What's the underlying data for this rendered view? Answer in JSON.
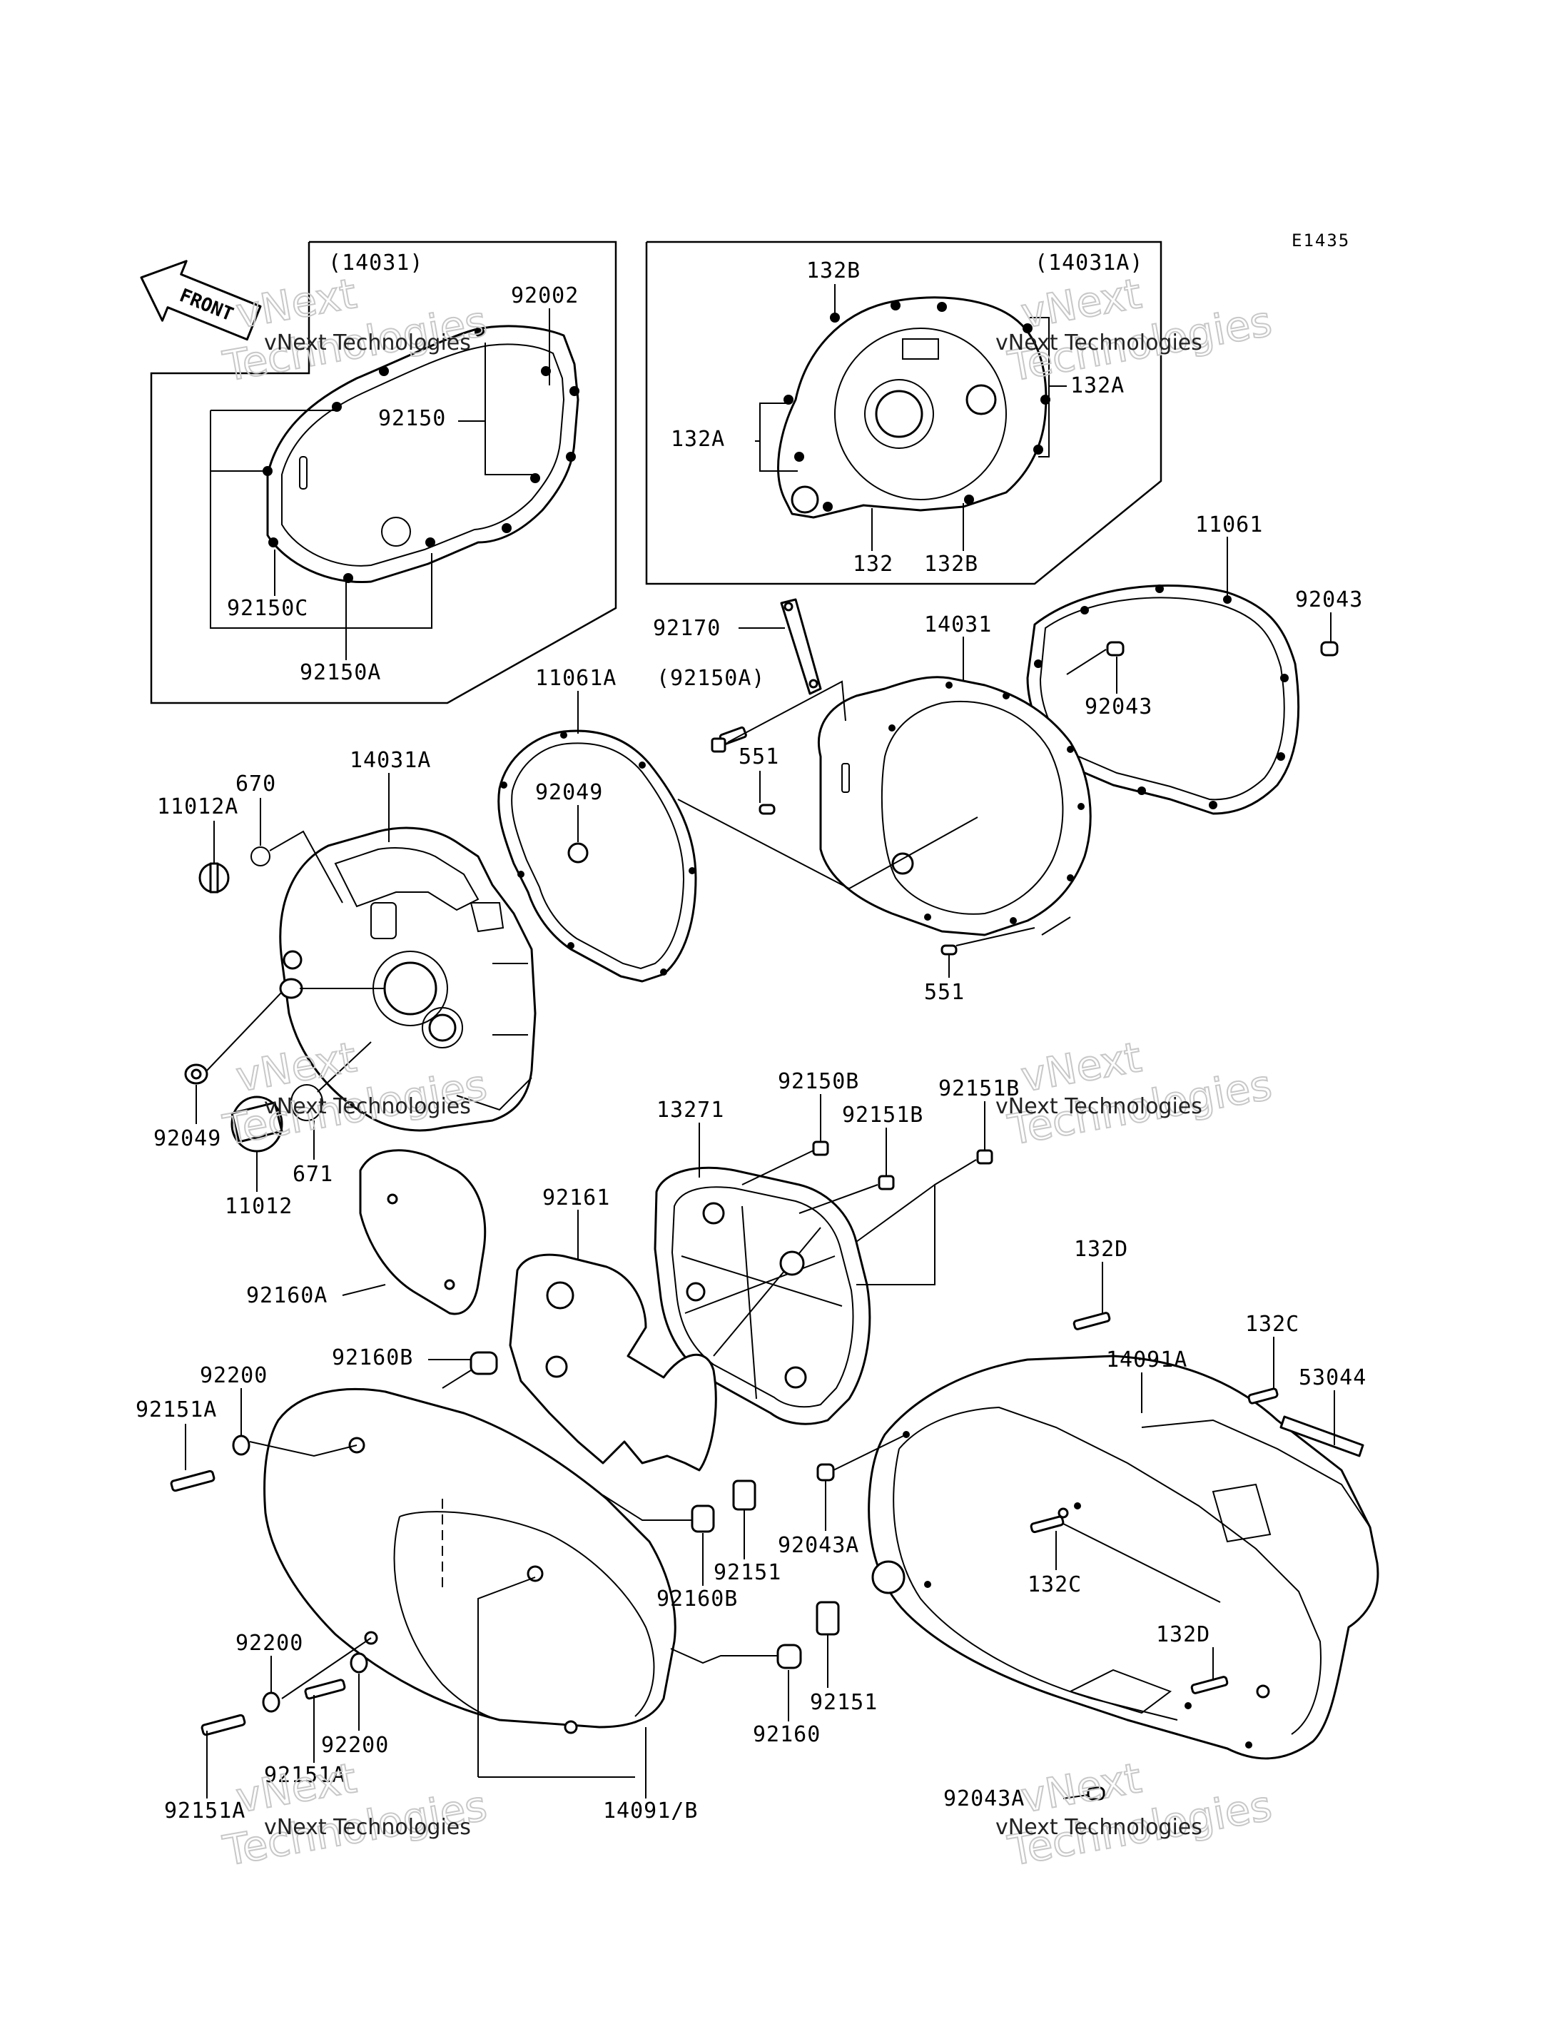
{
  "diagram_code": "E1435",
  "front_label": "FRONT",
  "watermark": {
    "line1": "vNext Technologies",
    "line2": "vNext",
    "line3": "Technologies"
  },
  "inset_left": {
    "title": "(14031)"
  },
  "inset_right": {
    "title": "(14031A)"
  },
  "callouts": [
    "92002",
    "92150",
    "92150C",
    "92150A",
    "132B",
    "132A",
    "132A",
    "132",
    "132B",
    "11061",
    "92043",
    "92043",
    "14031",
    "92170",
    "(92150A)",
    "551",
    "551",
    "11061A",
    "92049",
    "14031A",
    "670",
    "11012A",
    "92049",
    "671",
    "11012",
    "92150B",
    "92151B",
    "92151B",
    "13271",
    "92161",
    "92160A",
    "92160B",
    "92200",
    "92151A",
    "132D",
    "132C",
    "53044",
    "14091A",
    "92043A",
    "92151",
    "92160B",
    "132C",
    "132D",
    "92200",
    "92151A",
    "92200",
    "92151A",
    "92160",
    "92151",
    "14091/B",
    "92043A"
  ]
}
